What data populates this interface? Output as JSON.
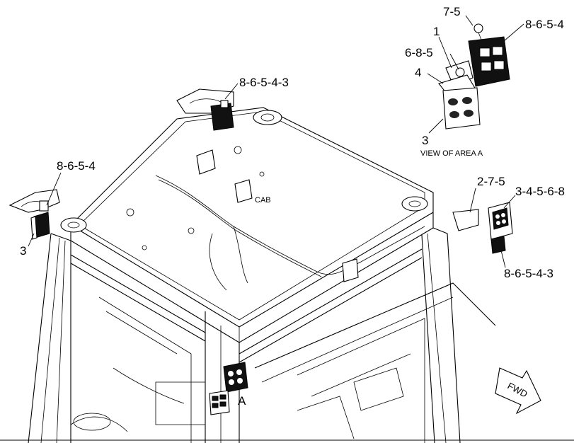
{
  "callouts": {
    "c_7_5": "7-5",
    "c_8_6_5_4_top": "8-6-5-4",
    "c_1": "1",
    "c_6_8_5": "6-8-5",
    "c_4": "4",
    "c_3_view": "3",
    "view_label": "VIEW OF AREA A",
    "c_8_6_5_4_3_center": "8-6-5-4-3",
    "c_8_6_5_4_left": "8-6-5-4",
    "c_3_left": "3",
    "cab": "CAB",
    "c_2_7_5": "2-7-5",
    "c_3_4_5_6_8": "3-4-5-6-8",
    "c_8_6_5_4_3_right": "8-6-5-4-3",
    "area_a": "A",
    "fwd": "FWD"
  }
}
